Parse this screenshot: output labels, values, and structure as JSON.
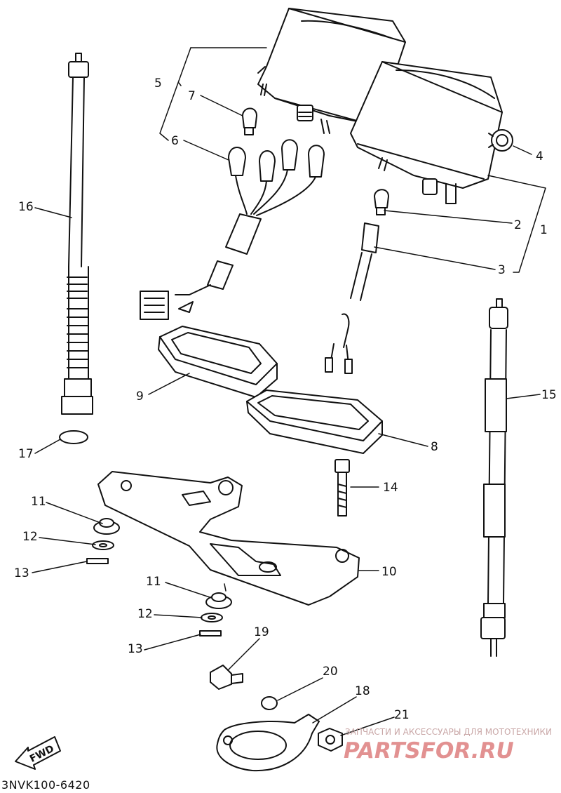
{
  "diagram": {
    "part_labels": [
      "1",
      "2",
      "3",
      "4",
      "5",
      "6",
      "7",
      "8",
      "9",
      "10",
      "11",
      "12",
      "13",
      "14",
      "15",
      "16",
      "17",
      "18",
      "19",
      "20",
      "21",
      "11",
      "12",
      "13"
    ],
    "drawing_code": "3NVK100-6420",
    "direction_marker": "FWD",
    "watermark": {
      "caption": "ЗАПЧАСТИ И АКСЕССУАРЫ ДЛЯ МОТОТЕХНИКИ",
      "brand": "PARTSFOR.RU"
    },
    "colors": {
      "line": "#111111",
      "watermark": "#d96d6d"
    }
  }
}
